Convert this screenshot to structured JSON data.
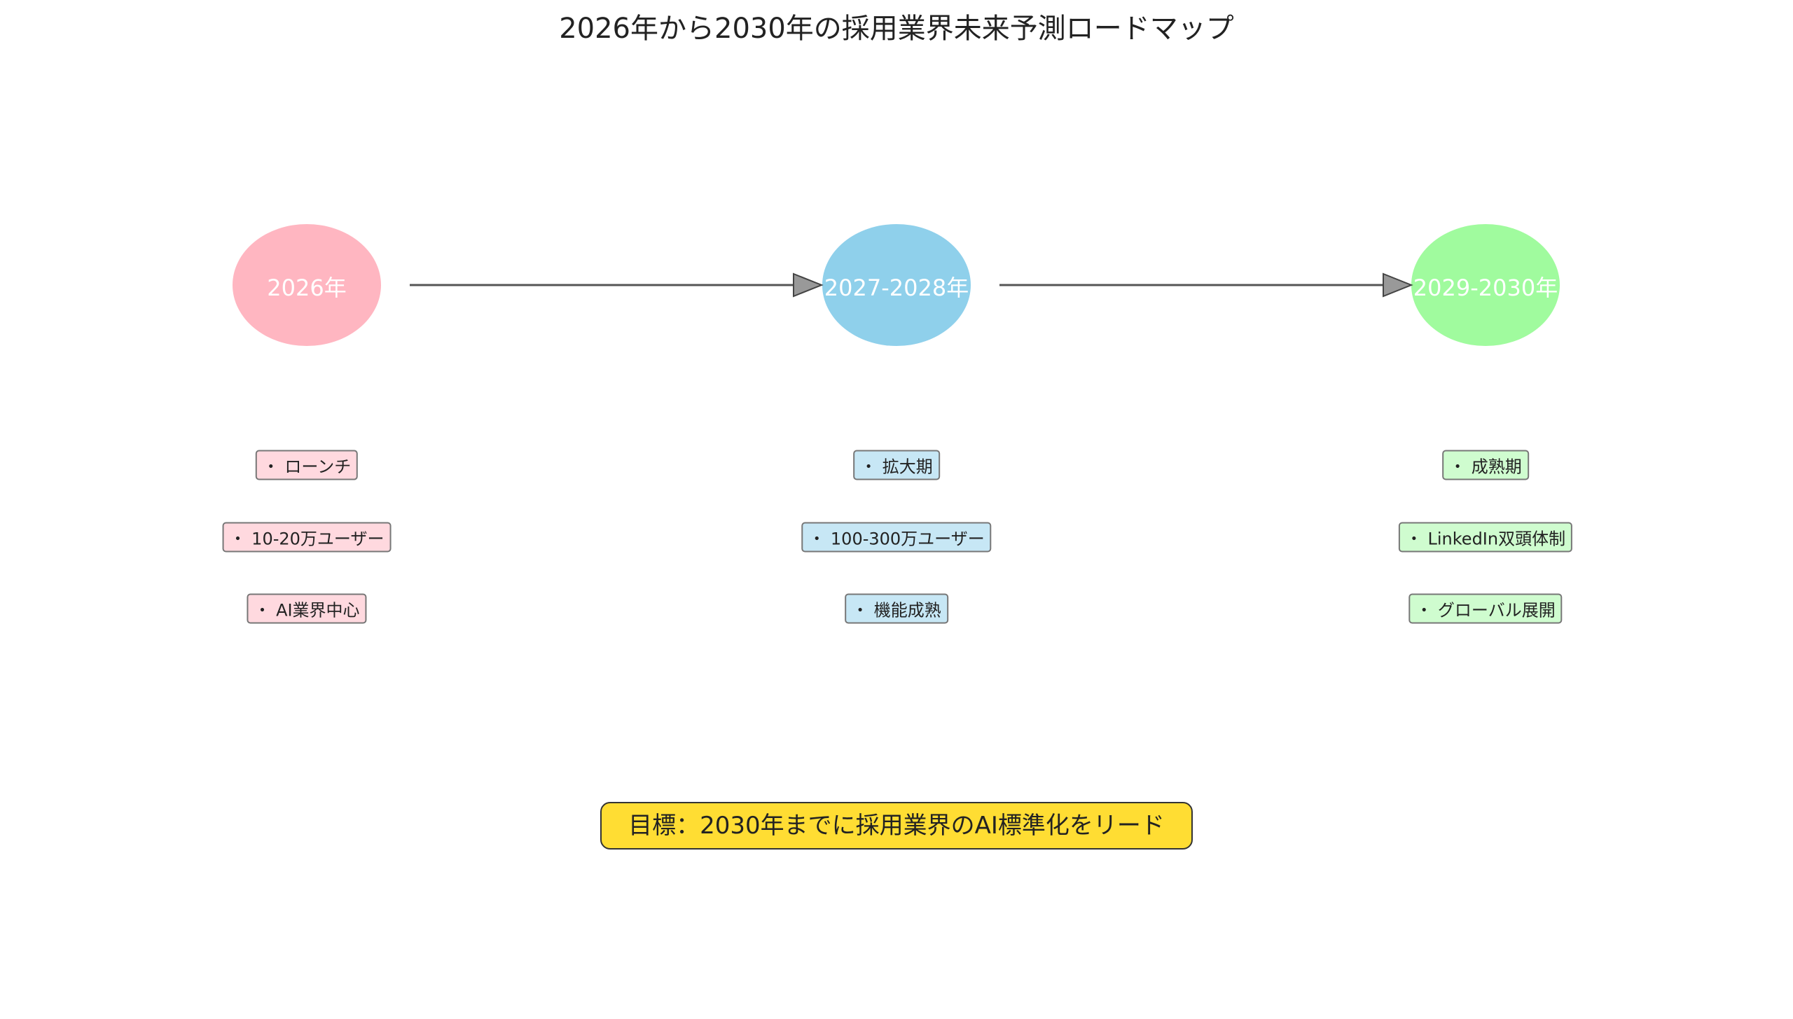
{
  "title": "2026年から2030年の採用業界未来予測ロードマップ",
  "phases": [
    {
      "label": "2026年",
      "color": "#ffb6c1",
      "box_color": "#ffd9df",
      "items": [
        "・ ローンチ",
        "・ 10-20万ユーザー",
        "・ AI業界中心"
      ]
    },
    {
      "label": "2027-2028年",
      "color": "#8fd0eb",
      "box_color": "#c7e7f5",
      "items": [
        "・ 拡大期",
        "・ 100-300万ユーザー",
        "・ 機能成熟"
      ]
    },
    {
      "label": "2029-2030年",
      "color": "#a0fb9e",
      "box_color": "#cffccf",
      "items": [
        "・ 成熟期",
        "・ LinkedIn双頭体制",
        "・ グローバル展開"
      ]
    }
  ],
  "goal": "目標：2030年までに採用業界のAI標準化をリード"
}
